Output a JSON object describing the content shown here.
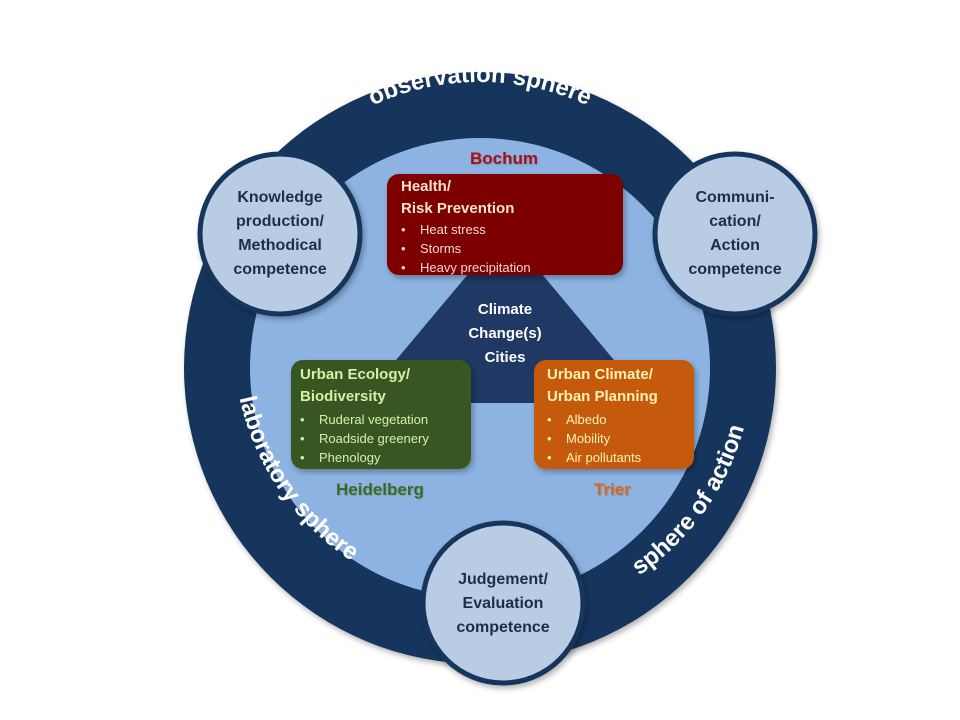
{
  "colors": {
    "outer_ring": "#17365d",
    "inner_disc": "#8db3e2",
    "circle_fill": "#b8cce4",
    "triangle": "#1f3864",
    "health_box": "#7b0000",
    "ecology_box": "#375623",
    "climate_box": "#c55a11"
  },
  "ring_labels": {
    "top": "observation sphere",
    "left": "laboratory sphere",
    "right": "sphere of action"
  },
  "circles": {
    "top_left": [
      "Knowledge",
      "production/",
      "Methodical",
      "competence"
    ],
    "top_right": [
      "Communi-",
      "cation/",
      "Action",
      "competence"
    ],
    "bottom": [
      "Judgement/",
      "Evaluation",
      "competence"
    ]
  },
  "center": [
    "Climate",
    "Change(s)",
    "Cities"
  ],
  "boxes": {
    "health": {
      "city": "Bochum",
      "title": [
        "Health/",
        "Risk Prevention"
      ],
      "items": [
        "Heat stress",
        "Storms",
        "Heavy precipitation"
      ]
    },
    "ecology": {
      "city": "Heidelberg",
      "title": [
        "Urban Ecology/",
        "Biodiversity"
      ],
      "items": [
        "Ruderal vegetation",
        "Roadside greenery",
        "Phenology"
      ]
    },
    "climate": {
      "city": "Trier",
      "title": [
        "Urban Climate/",
        "Urban Planning"
      ],
      "items": [
        "Albedo",
        "Mobility",
        "Air pollutants"
      ]
    }
  }
}
